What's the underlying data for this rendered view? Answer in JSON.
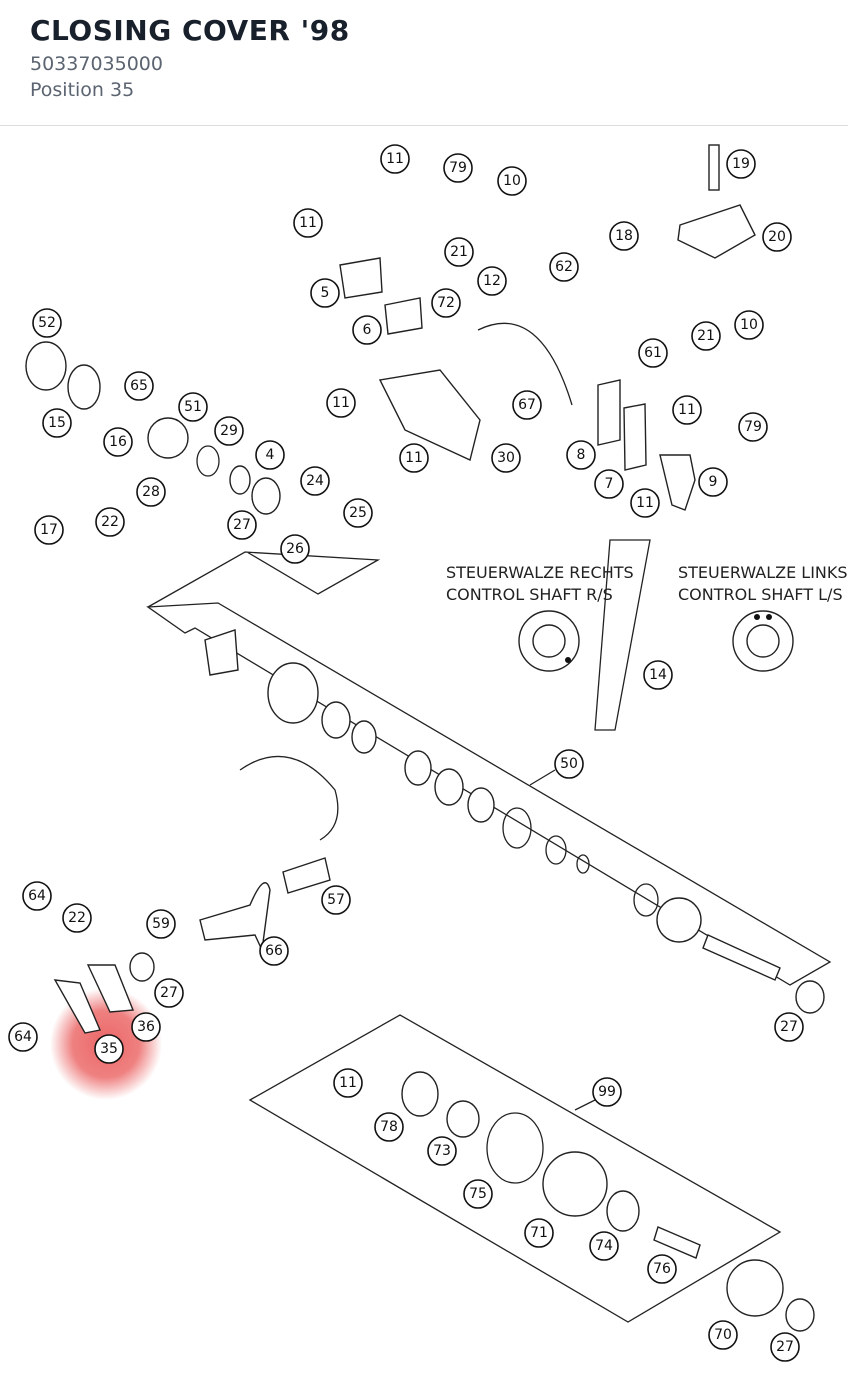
{
  "header": {
    "title": "CLOSING COVER '98",
    "part_number": "50337035000",
    "position": "Position 35"
  },
  "diagram": {
    "captions": [
      "STEUERWALZE RECHTS",
      "CONTROL SHAFT R/S",
      "STEUERWALZE LINKS",
      "CONTROL SHAFT L/S"
    ],
    "highlight_color": "#e84b4b",
    "callouts": [
      "11",
      "79",
      "10",
      "19",
      "11",
      "21",
      "18",
      "20",
      "12",
      "62",
      "5",
      "72",
      "6",
      "52",
      "21",
      "10",
      "61",
      "65",
      "51",
      "11",
      "67",
      "15",
      "11",
      "79",
      "29",
      "16",
      "4",
      "11",
      "8",
      "30",
      "28",
      "24",
      "9",
      "7",
      "11",
      "17",
      "22",
      "27",
      "25",
      "26",
      "14",
      "50",
      "57",
      "64",
      "22",
      "59",
      "66",
      "27",
      "64",
      "36",
      "35",
      "27",
      "11",
      "99",
      "78",
      "73",
      "75",
      "71",
      "74",
      "76",
      "70",
      "27"
    ],
    "highlighted": "35"
  }
}
